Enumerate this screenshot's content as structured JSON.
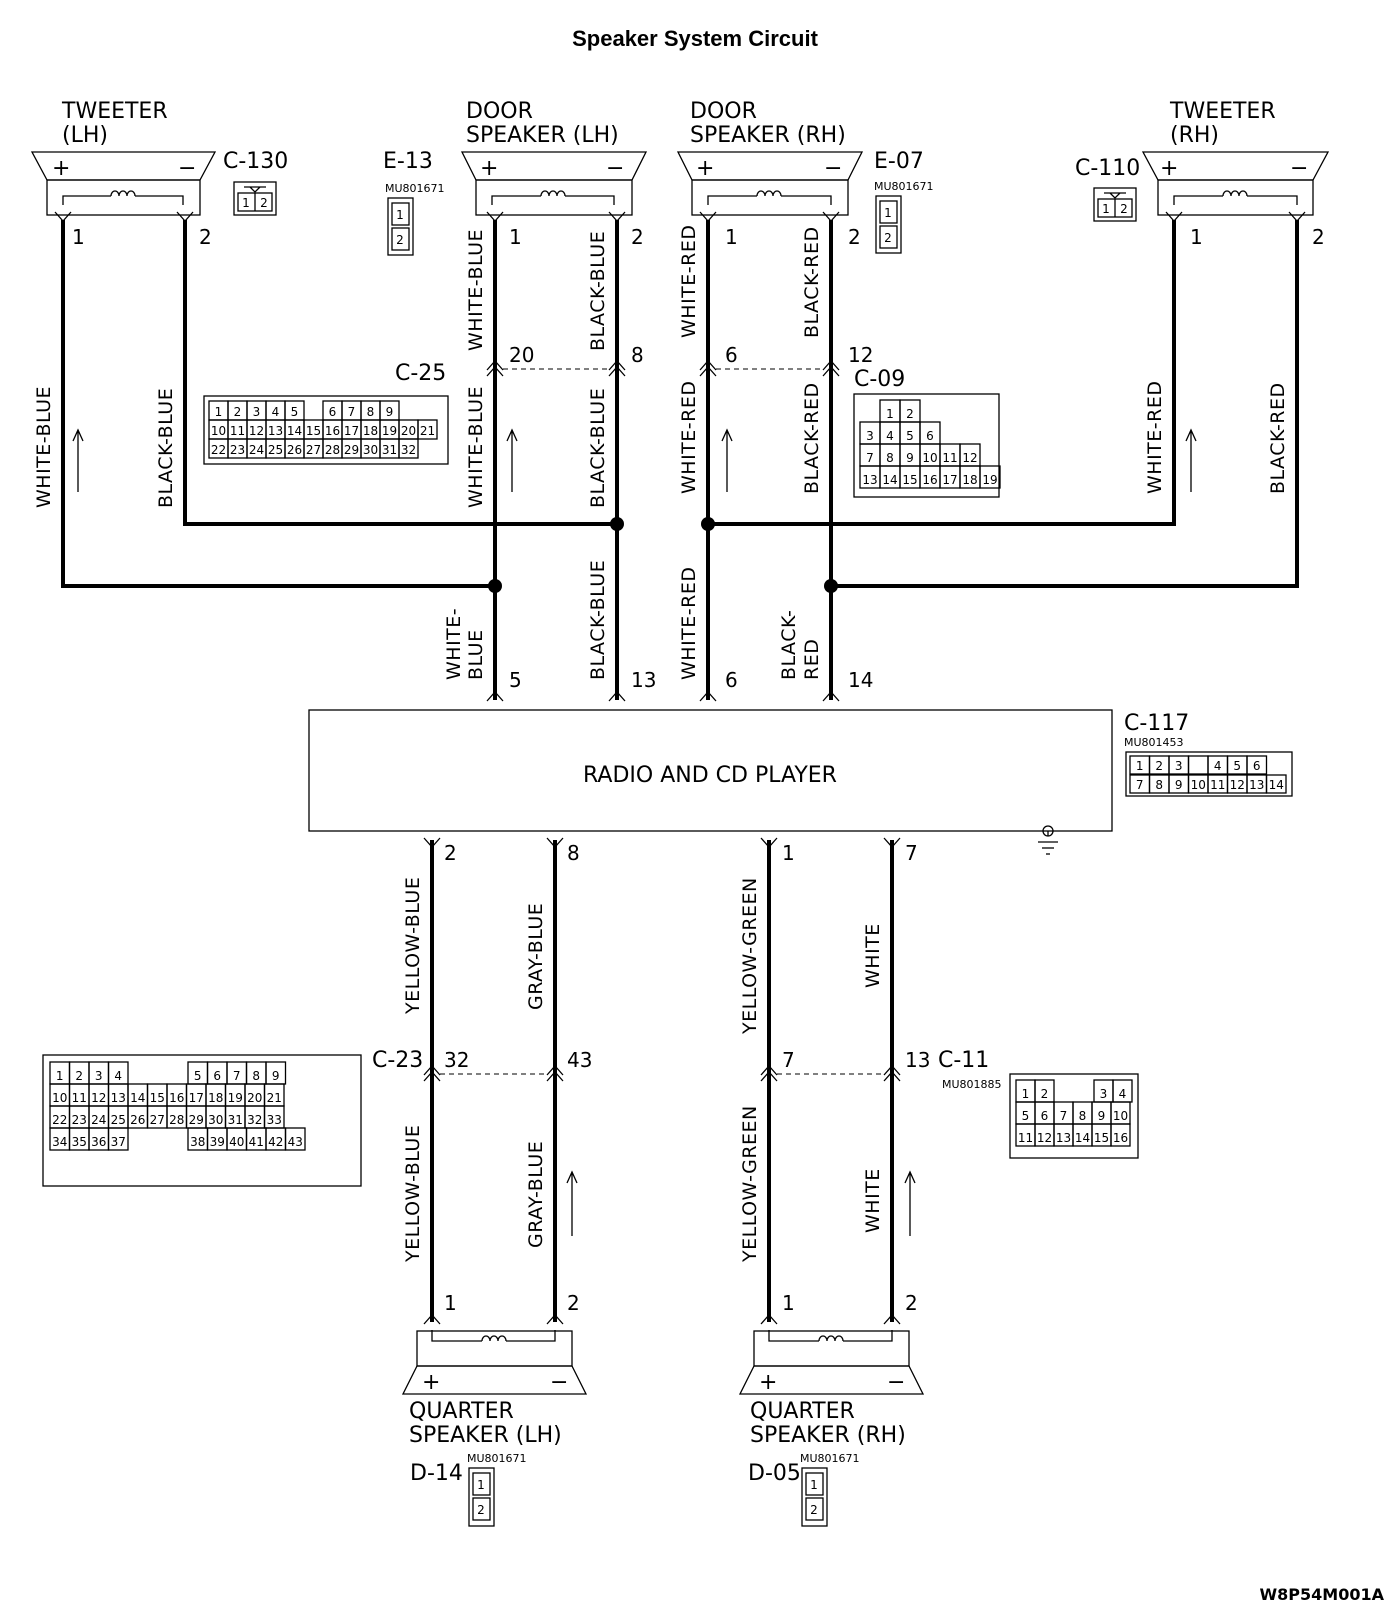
{
  "title": "Speaker System Circuit",
  "reference_code": "W8P54M001A",
  "radio": {
    "label": "RADIO AND CD PLAYER",
    "connector": "C-117",
    "part_number": "MU801453",
    "pins_row1": [
      "1",
      "2",
      "3",
      "",
      "4",
      "5",
      "6"
    ],
    "pins_row2": [
      "7",
      "8",
      "9",
      "10",
      "11",
      "12",
      "13",
      "14"
    ]
  },
  "speakers": {
    "tweeter_lh": {
      "line1": "TWEETER",
      "line2": "(LH)",
      "connector": "C-130",
      "pins": [
        "1",
        "2"
      ],
      "plus": "+",
      "minus": "−"
    },
    "tweeter_rh": {
      "line1": "TWEETER",
      "line2": "(RH)",
      "connector": "C-110",
      "pins": [
        "1",
        "2"
      ],
      "plus": "+",
      "minus": "−"
    },
    "door_lh": {
      "line1": "DOOR",
      "line2": "SPEAKER (LH)",
      "connector": "E-13",
      "part_number": "MU801671",
      "pins": [
        "1",
        "2"
      ],
      "plus": "+",
      "minus": "−"
    },
    "door_rh": {
      "line1": "DOOR",
      "line2": "SPEAKER (RH)",
      "connector": "E-07",
      "part_number": "MU801671",
      "pins": [
        "1",
        "2"
      ],
      "plus": "+",
      "minus": "−"
    },
    "quarter_lh": {
      "line1": "QUARTER",
      "line2": "SPEAKER (LH)",
      "connector": "D-14",
      "part_number": "MU801671",
      "pins": [
        "1",
        "2"
      ],
      "plus": "+",
      "minus": "−"
    },
    "quarter_rh": {
      "line1": "QUARTER",
      "line2": "SPEAKER (RH)",
      "connector": "D-05",
      "part_number": "MU801671",
      "pins": [
        "1",
        "2"
      ],
      "plus": "+",
      "minus": "−"
    }
  },
  "intermediate_connectors": {
    "c25": {
      "id": "C-25",
      "pins_left": "20",
      "pins_right": "8"
    },
    "c09": {
      "id": "C-09",
      "pins_left": "6",
      "pins_right": "12"
    },
    "c23": {
      "id": "C-23",
      "pins_left": "32",
      "pins_right": "43"
    },
    "c11": {
      "id": "C-11",
      "part_number": "MU801885",
      "pins_left": "7",
      "pins_right": "13"
    }
  },
  "radio_pins_top": [
    "5",
    "13",
    "6",
    "14"
  ],
  "radio_pins_bottom": [
    "2",
    "8",
    "1",
    "7"
  ],
  "wire_colors": {
    "white_blue": "WHITE-BLUE",
    "black_blue": "BLACK-BLUE",
    "white_red": "WHITE-RED",
    "black_red": "BLACK-RED",
    "white_blue_split": [
      "WHITE-",
      "BLUE"
    ],
    "black_red_split": [
      "BLACK-",
      "RED"
    ],
    "yellow_blue": "YELLOW-BLUE",
    "gray_blue": "GRAY-BLUE",
    "yellow_green": "YELLOW-GREEN",
    "white": "WHITE"
  },
  "connector_faces": {
    "c25": [
      [
        "1",
        "2",
        "3",
        "4",
        "5",
        "",
        "6",
        "7",
        "8",
        "9"
      ],
      [
        "10",
        "11",
        "12",
        "13",
        "14",
        "15",
        "16",
        "17",
        "18",
        "19",
        "20",
        "21"
      ],
      [
        "22",
        "23",
        "24",
        "25",
        "26",
        "27",
        "28",
        "29",
        "30",
        "31",
        "32"
      ]
    ],
    "c09": [
      [
        "1",
        "2"
      ],
      [
        "3",
        "4",
        "5",
        "6"
      ],
      [
        "7",
        "8",
        "9",
        "10",
        "11",
        "12"
      ],
      [
        "13",
        "14",
        "15",
        "16",
        "17",
        "18",
        "19"
      ]
    ],
    "c23": [
      [
        "1",
        "2",
        "3",
        "4",
        "5",
        "6",
        "7",
        "8",
        "9"
      ],
      [
        "10",
        "11",
        "12",
        "13",
        "14",
        "15",
        "16",
        "17",
        "18",
        "19",
        "20",
        "21"
      ],
      [
        "22",
        "23",
        "24",
        "25",
        "26",
        "27",
        "28",
        "29",
        "30",
        "31",
        "32",
        "33"
      ],
      [
        "34",
        "35",
        "36",
        "37",
        "38",
        "39",
        "40",
        "41",
        "42",
        "43"
      ]
    ],
    "c11": [
      [
        "1",
        "2",
        "3",
        "4"
      ],
      [
        "5",
        "6",
        "7",
        "8",
        "9",
        "10"
      ],
      [
        "11",
        "12",
        "13",
        "14",
        "15",
        "16"
      ]
    ]
  }
}
